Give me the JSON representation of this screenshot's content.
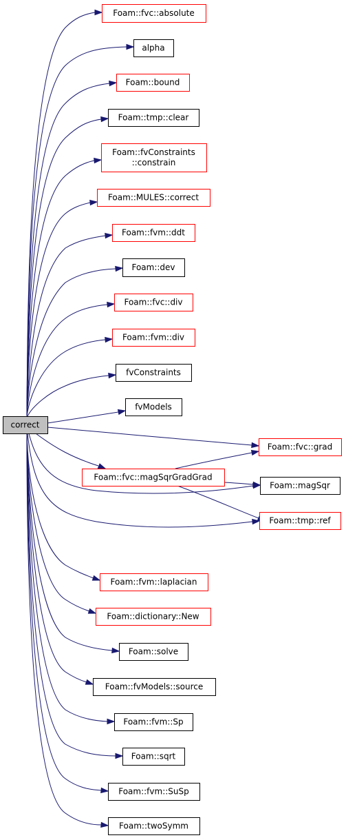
{
  "colors": {
    "edge": "#191970",
    "root_fill": "#bfbfbf",
    "border_black": "#000000",
    "border_red": "#ff0000"
  },
  "graph": {
    "root": {
      "id": "correct",
      "label": "correct"
    },
    "nodes": [
      {
        "id": "fvc-absolute",
        "lines": [
          "Foam::fvc::absolute"
        ],
        "border": "red"
      },
      {
        "id": "alpha",
        "lines": [
          "alpha"
        ],
        "border": "black"
      },
      {
        "id": "bound",
        "lines": [
          "Foam::bound"
        ],
        "border": "red"
      },
      {
        "id": "tmp-clear",
        "lines": [
          "Foam::tmp::clear"
        ],
        "border": "black"
      },
      {
        "id": "fvconstraints-constrain",
        "lines": [
          "Foam::fvConstraints",
          "::constrain"
        ],
        "border": "red"
      },
      {
        "id": "mules-correct",
        "lines": [
          "Foam::MULES::correct"
        ],
        "border": "red"
      },
      {
        "id": "fvm-ddt",
        "lines": [
          "Foam::fvm::ddt"
        ],
        "border": "red"
      },
      {
        "id": "dev",
        "lines": [
          "Foam::dev"
        ],
        "border": "black"
      },
      {
        "id": "fvc-div",
        "lines": [
          "Foam::fvc::div"
        ],
        "border": "red"
      },
      {
        "id": "fvm-div",
        "lines": [
          "Foam::fvm::div"
        ],
        "border": "red"
      },
      {
        "id": "fvconstraints",
        "lines": [
          "fvConstraints"
        ],
        "border": "black"
      },
      {
        "id": "fvmodels",
        "lines": [
          "fvModels"
        ],
        "border": "black"
      },
      {
        "id": "fvc-grad",
        "lines": [
          "Foam::fvc::grad"
        ],
        "border": "red"
      },
      {
        "id": "fvc-magsqrgradgrad",
        "lines": [
          "Foam::fvc::magSqrGradGrad"
        ],
        "border": "red"
      },
      {
        "id": "magsqr",
        "lines": [
          "Foam::magSqr"
        ],
        "border": "black"
      },
      {
        "id": "tmp-ref",
        "lines": [
          "Foam::tmp::ref"
        ],
        "border": "red"
      },
      {
        "id": "fvm-laplacian",
        "lines": [
          "Foam::fvm::laplacian"
        ],
        "border": "red"
      },
      {
        "id": "dictionary-new",
        "lines": [
          "Foam::dictionary::New"
        ],
        "border": "red"
      },
      {
        "id": "solve",
        "lines": [
          "Foam::solve"
        ],
        "border": "black"
      },
      {
        "id": "fvmodels-source",
        "lines": [
          "Foam::fvModels::source"
        ],
        "border": "black"
      },
      {
        "id": "fvm-sp",
        "lines": [
          "Foam::fvm::Sp"
        ],
        "border": "black"
      },
      {
        "id": "sqrt",
        "lines": [
          "Foam::sqrt"
        ],
        "border": "black"
      },
      {
        "id": "fvm-susp",
        "lines": [
          "Foam::fvm::SuSp"
        ],
        "border": "black"
      },
      {
        "id": "twosymm",
        "lines": [
          "Foam::twoSymm"
        ],
        "border": "black"
      }
    ],
    "edges": [
      {
        "from": "correct",
        "to": "fvc-absolute"
      },
      {
        "from": "correct",
        "to": "alpha"
      },
      {
        "from": "correct",
        "to": "bound"
      },
      {
        "from": "correct",
        "to": "tmp-clear"
      },
      {
        "from": "correct",
        "to": "fvconstraints-constrain"
      },
      {
        "from": "correct",
        "to": "mules-correct"
      },
      {
        "from": "correct",
        "to": "fvm-ddt"
      },
      {
        "from": "correct",
        "to": "dev"
      },
      {
        "from": "correct",
        "to": "fvc-div"
      },
      {
        "from": "correct",
        "to": "fvm-div"
      },
      {
        "from": "correct",
        "to": "fvconstraints"
      },
      {
        "from": "correct",
        "to": "fvmodels"
      },
      {
        "from": "correct",
        "to": "fvc-grad"
      },
      {
        "from": "correct",
        "to": "fvc-magsqrgradgrad"
      },
      {
        "from": "correct",
        "to": "magsqr"
      },
      {
        "from": "correct",
        "to": "tmp-ref"
      },
      {
        "from": "correct",
        "to": "fvm-laplacian"
      },
      {
        "from": "correct",
        "to": "dictionary-new"
      },
      {
        "from": "correct",
        "to": "solve"
      },
      {
        "from": "correct",
        "to": "fvmodels-source"
      },
      {
        "from": "correct",
        "to": "fvm-sp"
      },
      {
        "from": "correct",
        "to": "sqrt"
      },
      {
        "from": "correct",
        "to": "fvm-susp"
      },
      {
        "from": "correct",
        "to": "twosymm"
      },
      {
        "from": "fvc-magsqrgradgrad",
        "to": "fvc-grad"
      },
      {
        "from": "fvc-magsqrgradgrad",
        "to": "magsqr"
      },
      {
        "from": "fvc-magsqrgradgrad",
        "to": "tmp-ref"
      }
    ]
  }
}
